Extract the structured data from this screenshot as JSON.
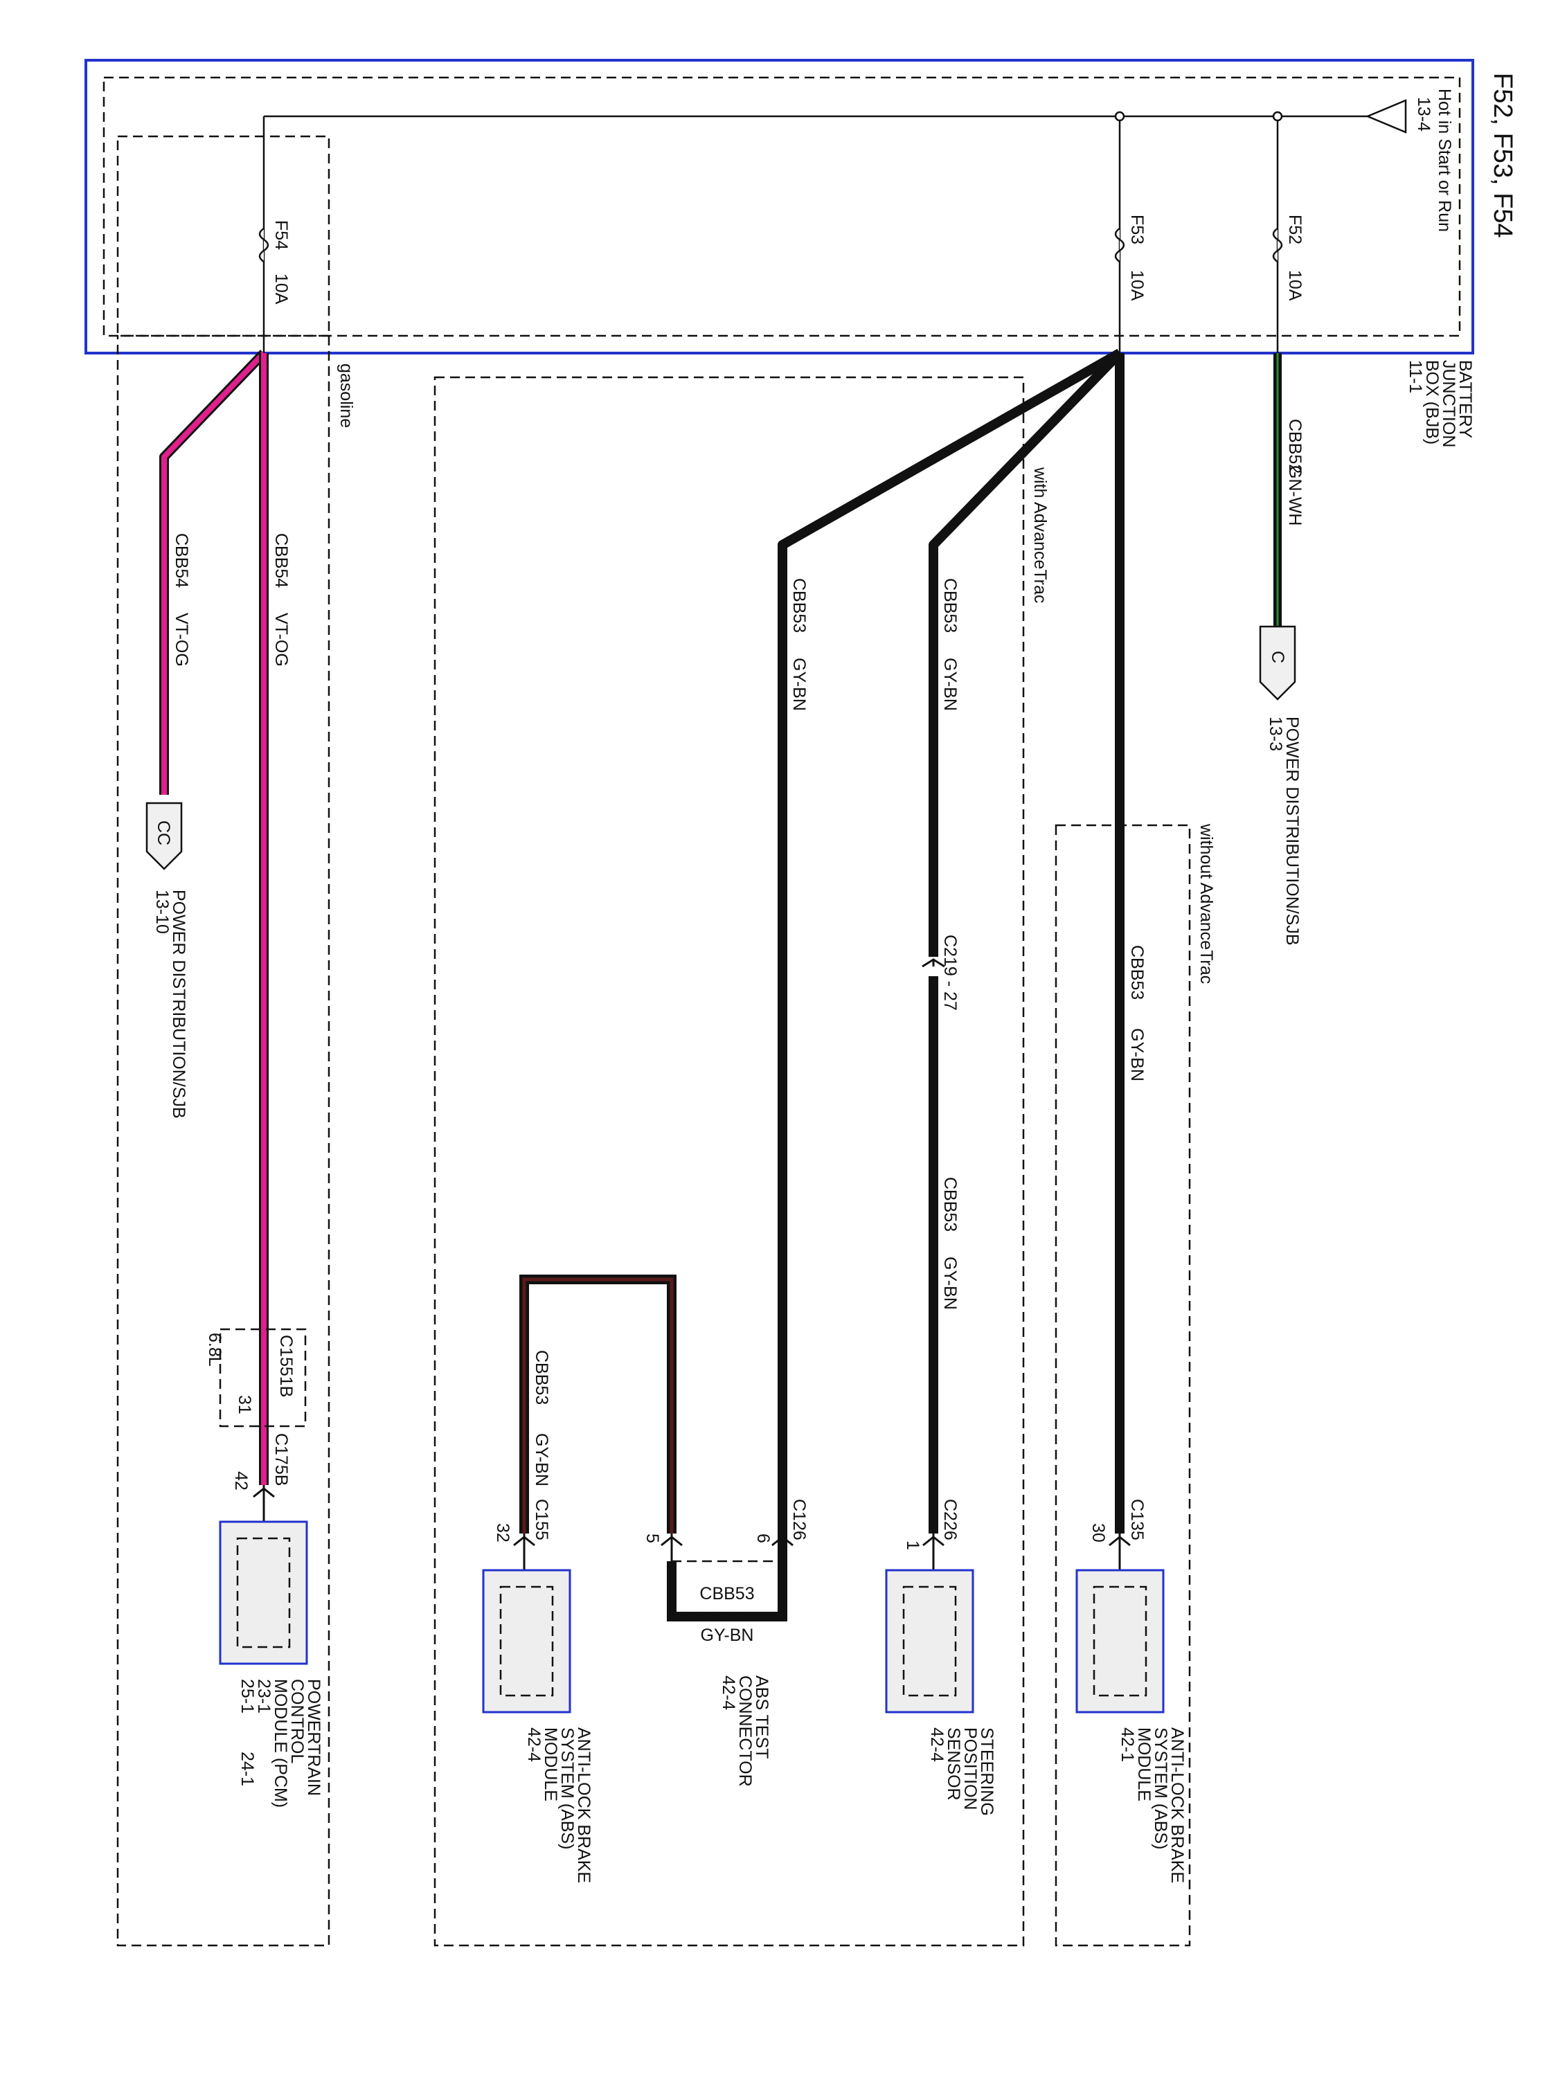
{
  "title": "F52, F53, F54",
  "bjb": {
    "label_lines": [
      "BATTERY",
      "JUNCTION",
      "BOX (BJB)",
      "11-1"
    ],
    "hot_lines": [
      "Hot in Start or Run",
      "13-4"
    ],
    "fuses": [
      {
        "name": "F52",
        "rating": "10A"
      },
      {
        "name": "F53",
        "rating": "10A"
      },
      {
        "name": "F54",
        "rating": "10A"
      }
    ]
  },
  "regions": {
    "gasoline": "gasoline",
    "with_advancetrac": "with AdvanceTrac",
    "without_advancetrac": "without AdvanceTrac"
  },
  "wires": {
    "cbb52": {
      "circuit": "CBB52",
      "color": "GN-WH"
    },
    "cbb53": {
      "circuit": "CBB53",
      "color": "GY-BN"
    },
    "cbb54": {
      "circuit": "CBB54",
      "color": "VT-OG"
    }
  },
  "connectors": {
    "c_ref": {
      "letter": "C",
      "lines": [
        "POWER DISTRIBUTION/SJB",
        "13-3"
      ]
    },
    "cc_ref": {
      "letter": "CC",
      "lines": [
        "POWER DISTRIBUTION/SJB",
        "13-10"
      ]
    },
    "c219": "C219 - 27",
    "c135": {
      "name": "C135",
      "pin": "30"
    },
    "c226": {
      "name": "C226",
      "pin": "1"
    },
    "c126": {
      "name": "C126",
      "pin5": "5",
      "pin6": "6"
    },
    "c155": {
      "name": "C155",
      "pin": "32"
    },
    "c175b": {
      "name": "C175B",
      "pin": "42"
    },
    "c1551b": {
      "name": "C1551B",
      "pin": "31",
      "engine": "6.8L"
    }
  },
  "components": {
    "abs_without": [
      "ANTI-LOCK BRAKE",
      "SYSTEM (ABS)",
      "MODULE",
      "42-1"
    ],
    "sps": [
      "STEERING",
      "POSITION",
      "SENSOR",
      "42-4"
    ],
    "abs_test": [
      "ABS TEST",
      "CONNECTOR",
      "42-4"
    ],
    "abs_with": [
      "ANTI-LOCK BRAKE",
      "SYSTEM (ABS)",
      "MODULE",
      "42-4"
    ],
    "pcm": [
      "POWERTRAIN",
      "CONTROL",
      "MODULE (PCM)",
      "23-1",
      "24-1",
      "25-1"
    ]
  },
  "colors": {
    "frame_blue": "#2233cc",
    "wire_black": "#111111",
    "wire_brown": "#5a1a1a",
    "wire_magenta": "#e0208c"
  }
}
